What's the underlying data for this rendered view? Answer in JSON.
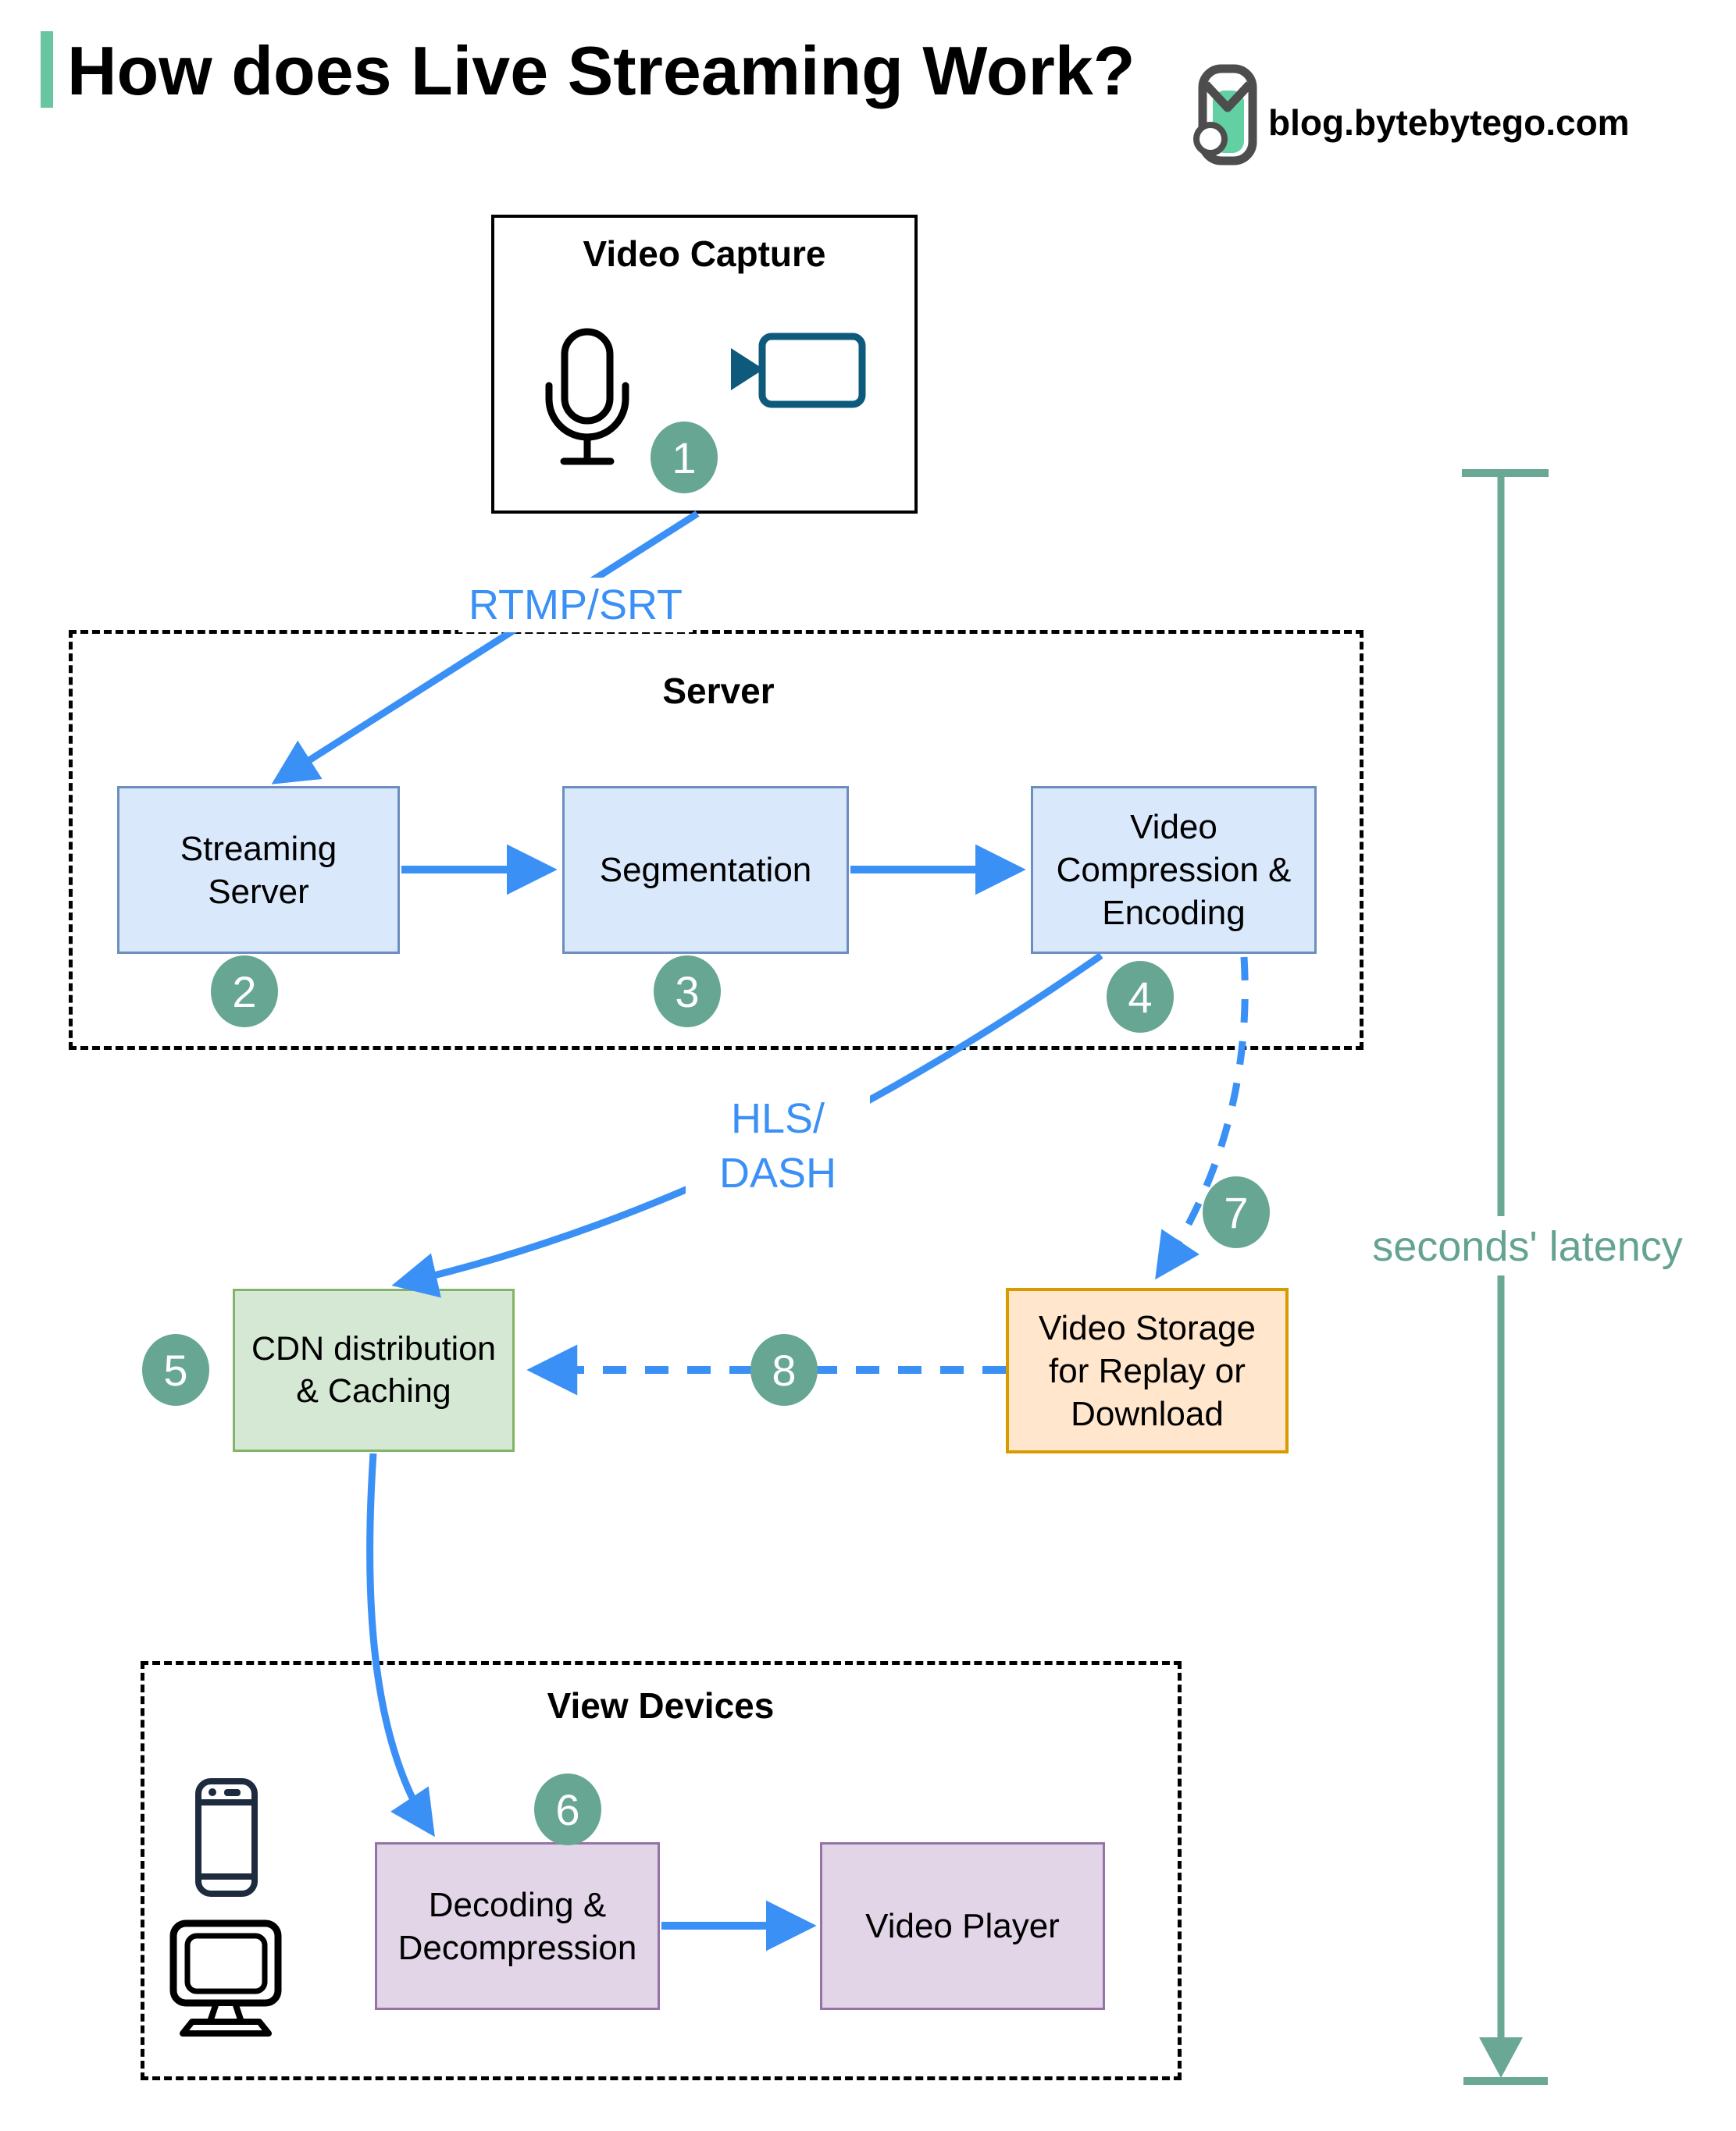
{
  "header": {
    "title": "How does Live Streaming Work?",
    "site": "blog.bytebytego.com"
  },
  "groups": {
    "server": "Server",
    "view_devices": "View Devices"
  },
  "nodes": {
    "video_capture": "Video Capture",
    "streaming_server": "Streaming Server",
    "segmentation": "Segmentation",
    "compression": "Video Compression & Encoding",
    "cdn": "CDN distribution & Caching",
    "storage": "Video Storage for Replay or Download",
    "decoding": "Decoding & Decompression",
    "player": "Video Player"
  },
  "labels": {
    "rtmp": "RTMP/SRT",
    "hls_line1": "HLS/",
    "hls_line2": "DASH",
    "latency": "seconds' latency"
  },
  "steps": [
    "1",
    "2",
    "3",
    "4",
    "5",
    "6",
    "7",
    "8"
  ],
  "icons": {
    "logo": "bytebytego-owl-logo",
    "capture": [
      "microphone-icon",
      "video-camera-icon"
    ],
    "view_devices": [
      "smartphone-icon",
      "monitor-icon"
    ]
  },
  "colors": {
    "accent_green": "#67c6a1",
    "arrow_blue": "#3b90f5",
    "step_circle_teal": "#66a693",
    "latency_teal": "#6aa795",
    "box_blue_fill": "#dae8fc",
    "box_blue_border": "#6c8ebf",
    "box_green_fill": "#d5e8d4",
    "box_green_border": "#82b366",
    "box_orange_fill": "#ffe6cc",
    "box_orange_border": "#d79b00",
    "box_purple_fill": "#e1d5e7",
    "box_purple_border": "#9673a6",
    "camera_icon_blue": "#0e5a7d",
    "phone_icon_navy": "#1e2b3e"
  }
}
